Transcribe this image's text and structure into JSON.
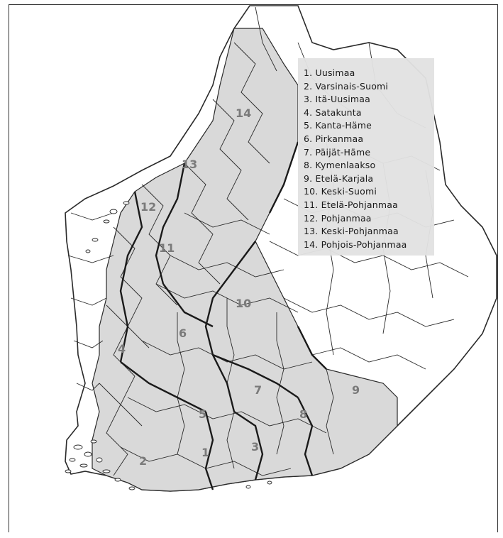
{
  "legend": {
    "items": [
      "1. Uusimaa",
      "2. Varsinais-Suomi",
      "3. Itä-Uusimaa",
      "4. Satakunta",
      "5. Kanta-Häme",
      "6. Pirkanmaa",
      "7. Päijät-Häme",
      "8. Kymenlaakso",
      "9. Etelä-Karjala",
      "10. Keski-Suomi",
      "11. Etelä-Pohjanmaa",
      "12. Pohjanmaa",
      "13. Keski-Pohjanmaa",
      "14. Pohjois-Pohjanmaa"
    ]
  },
  "regions": {
    "r1": "1",
    "r2": "2",
    "r3": "3",
    "r4": "4",
    "r5": "5",
    "r6": "6",
    "r7": "7",
    "r8": "8",
    "r9": "9",
    "r10": "10",
    "r11": "11",
    "r12": "12",
    "r13": "13",
    "r14": "14"
  },
  "colors": {
    "shaded_region": "#d9d9d9",
    "border": "#2a2a2a",
    "label": "#7a7a7a",
    "legend_bg": "#e2e2e2"
  }
}
